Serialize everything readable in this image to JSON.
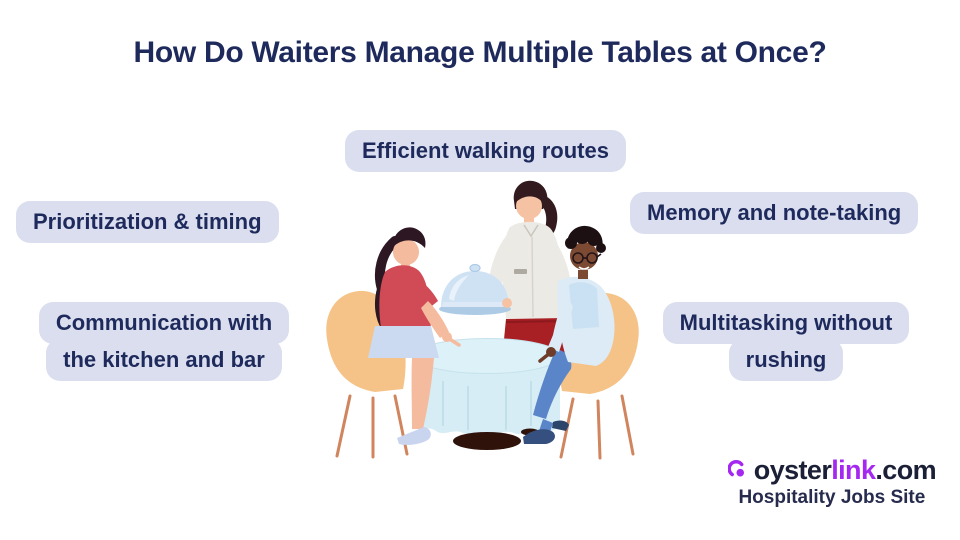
{
  "title": "How Do Waiters Manage Multiple Tables at Once?",
  "labels": {
    "efficient": {
      "line1": "Efficient walking routes"
    },
    "prioritization": {
      "line1": "Prioritization & timing"
    },
    "memory": {
      "line1": "Memory and note-taking"
    },
    "communication": {
      "line1": "Communication with",
      "line2": "the kitchen and bar"
    },
    "multitasking": {
      "line1": "Multitasking without",
      "line2": "rushing"
    }
  },
  "illustration": {
    "parts": [
      "waiter-with-cloche",
      "customer-woman",
      "customer-man",
      "round-table",
      "chair-left",
      "chair-right",
      "floor-shadow"
    ]
  },
  "logo": {
    "icon": "oysterlink-pearl-icon",
    "word_primary": "oyster",
    "word_accent": "link",
    "word_suffix": ".com",
    "tagline": "Hospitality Jobs Site"
  },
  "colors": {
    "background": "#ffffff",
    "navy": "#1e2a5c",
    "pill": "#dadeee",
    "purple": "#a428f0",
    "logo_dark": "#1c2036",
    "tagline": "#272c4e"
  }
}
